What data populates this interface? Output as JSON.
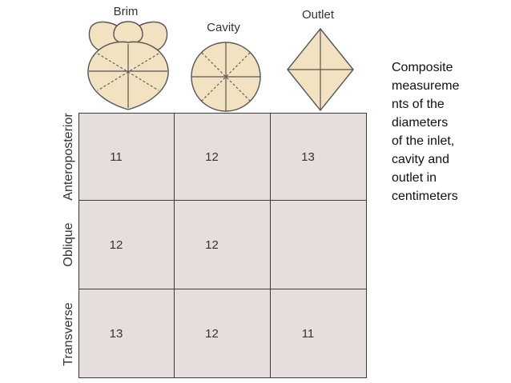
{
  "columns": [
    "Brim",
    "Cavity",
    "Outlet"
  ],
  "rows": [
    "Anteroposterior",
    "Oblique",
    "Transverse"
  ],
  "cells": [
    [
      "11",
      "12",
      "13"
    ],
    [
      "12",
      "12",
      ""
    ],
    [
      "13",
      "12",
      "11"
    ]
  ],
  "caption": {
    "lines": [
      "Composite",
      "measureme",
      "nts of the",
      "diameters",
      "of the inlet,",
      "cavity and",
      "outlet in",
      "centimeters"
    ]
  },
  "colors": {
    "shape_fill": "#f3e2c2",
    "shape_stroke": "#555555",
    "grid_fill": "#e5dedd",
    "grid_line": "#3a3a3a"
  }
}
